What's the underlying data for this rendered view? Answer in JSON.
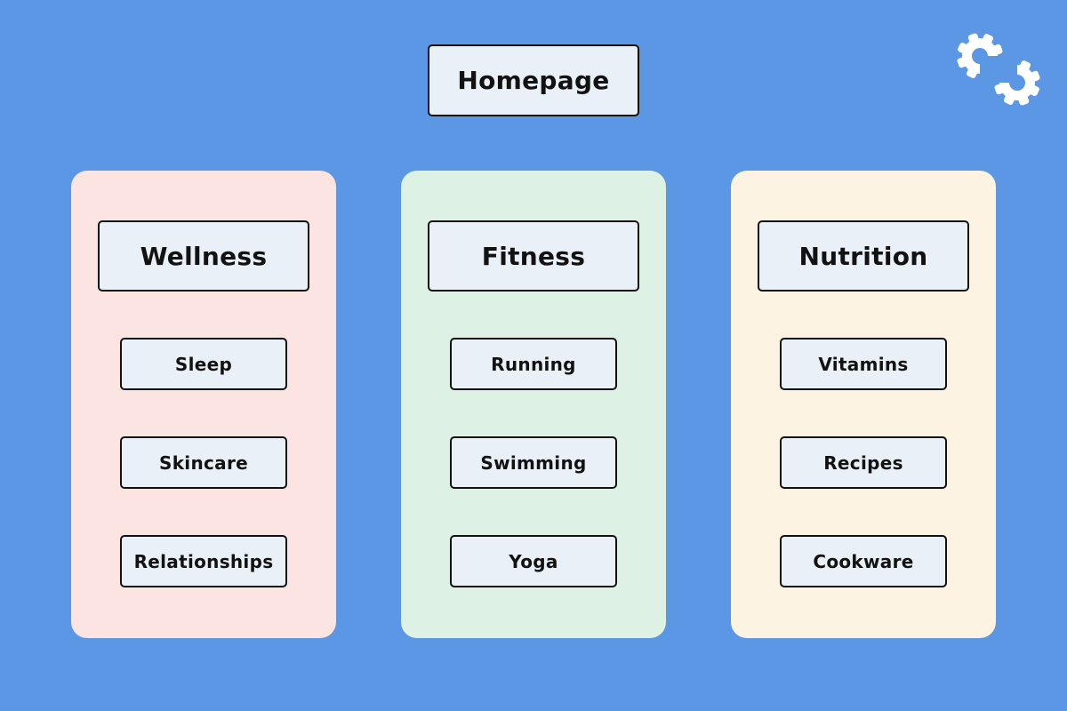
{
  "homepage": {
    "label": "Homepage"
  },
  "logo": {
    "icon": "interlocking-gears",
    "color": "#ffffff"
  },
  "theme": {
    "background": "#5b97e5",
    "node_fill": "#eaf0f7",
    "node_border": "#111111",
    "text_color": "#121212"
  },
  "columns": [
    {
      "label": "Wellness",
      "bg": "#fce4e2",
      "items": [
        "Sleep",
        "Skincare",
        "Relationships"
      ]
    },
    {
      "label": "Fitness",
      "bg": "#ddf2e5",
      "items": [
        "Running",
        "Swimming",
        "Yoga"
      ]
    },
    {
      "label": "Nutrition",
      "bg": "#fcf3e2",
      "items": [
        "Vitamins",
        "Recipes",
        "Cookware"
      ]
    }
  ]
}
